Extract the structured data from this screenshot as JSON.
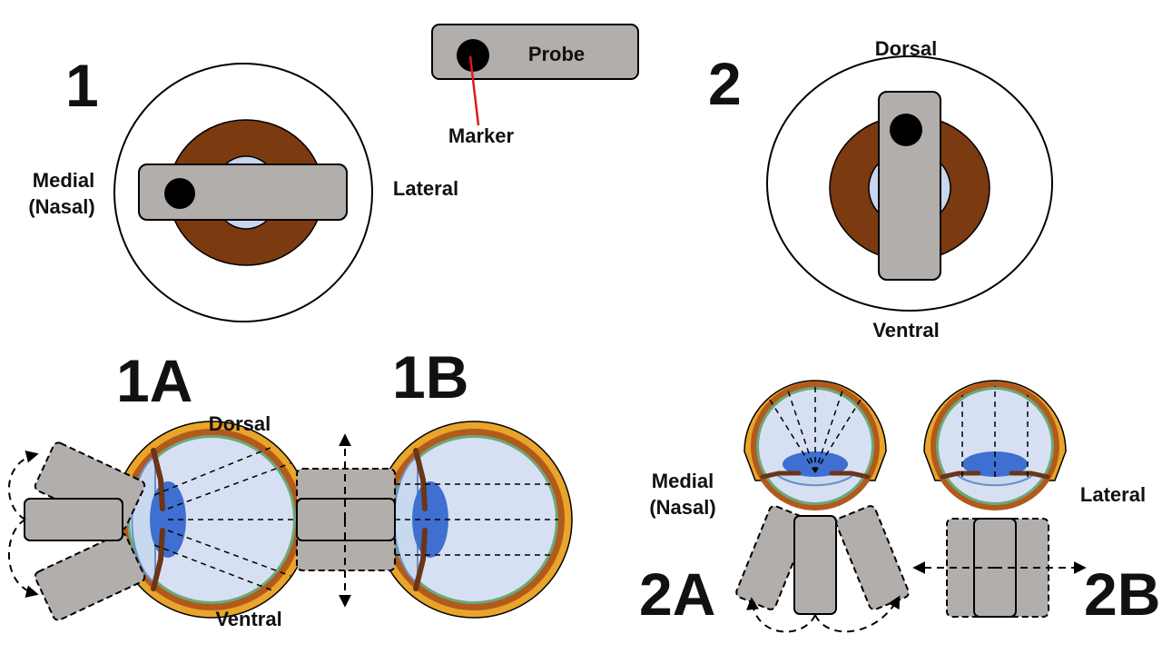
{
  "panels": {
    "p1": "1",
    "p2": "2",
    "p1a": "1A",
    "p1b": "1B",
    "p2a": "2A",
    "p2b": "2B"
  },
  "probe_legend": {
    "probe": "Probe",
    "marker": "Marker"
  },
  "labels": {
    "medial_line1": "Medial",
    "medial_line2": "(Nasal)",
    "lateral": "Lateral",
    "dorsal": "Dorsal",
    "ventral": "Ventral"
  },
  "colors": {
    "probe_fill": "#b2aeac",
    "iris": "#7b3a10",
    "pupil": "#c8d6ee",
    "marker_dot": "#000000",
    "marker_line": "#e0191b",
    "globe_fill": "#d7e0f3",
    "lens": "#3f6fd0",
    "sclera": "#e9a42a",
    "choroid": "#b25a1c",
    "retina": "#6aa87a"
  }
}
